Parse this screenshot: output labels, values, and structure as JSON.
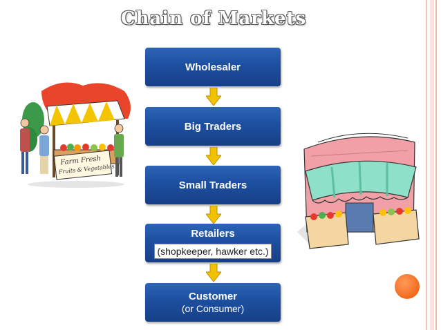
{
  "title": "Chain of Markets",
  "boxes": [
    {
      "label": "Wholesaler",
      "sub": ""
    },
    {
      "label": "Big Traders",
      "sub": ""
    },
    {
      "label": "Small Traders",
      "sub": ""
    },
    {
      "label": "Retailers",
      "sub": "(shopkeeper, hawker etc.)"
    },
    {
      "label": "Customer",
      "sub": "(or Consumer)"
    }
  ],
  "stall_sign": {
    "line1": "Farm Fresh",
    "line2": "Fruits & Vegetables"
  },
  "colors": {
    "box": "#1d4fa0",
    "arrow": "#f2c200",
    "stripe": "#f3b6a0",
    "accent_dot": "#f26a1b"
  }
}
